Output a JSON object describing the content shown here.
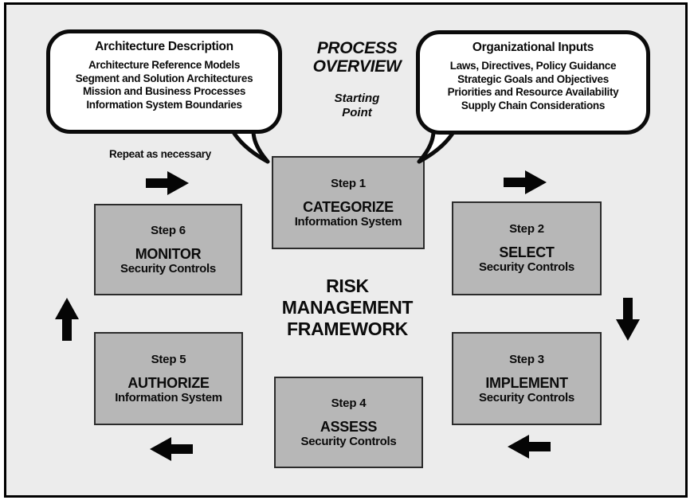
{
  "colors": {
    "page_background": "#ffffff",
    "frame_background": "#ececec",
    "frame_border": "#000000",
    "box_fill": "#b7b7b7",
    "box_border": "#2b2b2b",
    "bubble_fill": "#ffffff",
    "bubble_border": "#0b0b0b",
    "arrow": "#050505",
    "text": "#0b0b0b"
  },
  "center": {
    "process_overview_lines": [
      "PROCESS",
      "OVERVIEW"
    ],
    "starting_point_lines": [
      "Starting",
      "Point"
    ],
    "rmf_title_lines": [
      "RISK",
      "MANAGEMENT",
      "FRAMEWORK"
    ]
  },
  "labels": {
    "repeat": "Repeat as necessary"
  },
  "bubbles": {
    "architecture": {
      "title": "Architecture Description",
      "lines": [
        "Architecture Reference Models",
        "Segment and Solution Architectures",
        "Mission and Business Processes",
        "Information System Boundaries"
      ]
    },
    "organizational": {
      "title": "Organizational Inputs",
      "lines": [
        "Laws, Directives, Policy Guidance",
        "Strategic Goals and Objectives",
        "Priorities and Resource Availability",
        "Supply Chain Considerations"
      ]
    }
  },
  "steps": [
    {
      "label": "Step 1",
      "action": "CATEGORIZE",
      "object": "Information System"
    },
    {
      "label": "Step 2",
      "action": "SELECT",
      "object": "Security Controls"
    },
    {
      "label": "Step 3",
      "action": "IMPLEMENT",
      "object": "Security Controls"
    },
    {
      "label": "Step 4",
      "action": "ASSESS",
      "object": "Security Controls"
    },
    {
      "label": "Step 5",
      "action": "AUTHORIZE",
      "object": "Information System"
    },
    {
      "label": "Step 6",
      "action": "MONITOR",
      "object": "Security Controls"
    }
  ],
  "icons": {
    "arrow_right": "block right arrow",
    "arrow_left": "block left arrow",
    "arrow_up": "block up arrow",
    "arrow_down": "block down arrow",
    "speech_tail": "speech bubble pointer"
  }
}
